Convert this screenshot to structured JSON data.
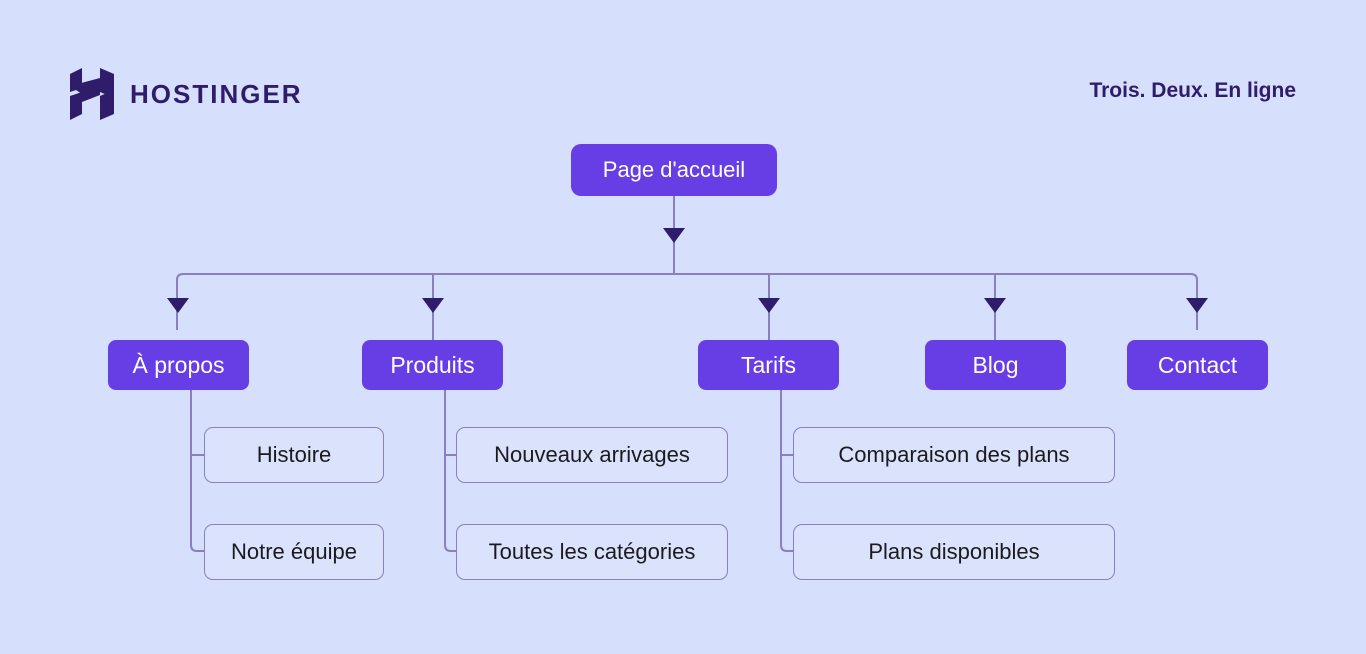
{
  "header": {
    "brand_name": "HOSTINGER",
    "logo_icon": "hostinger-h-logo",
    "tagline": "Trois. Deux. En ligne"
  },
  "colors": {
    "background": "#d6dffb",
    "node_purple": "#673de6",
    "node_text_light": "#ffffff",
    "leaf_fill": "#dbe2fb",
    "leaf_border": "#8a7fc4",
    "leaf_text": "#1b1b1f",
    "brand_navy": "#2f1c6a",
    "wire": "#8a7fc4",
    "arrow": "#2f1c6a"
  },
  "sitemap": {
    "root": {
      "label": "Page d'accueil"
    },
    "sections": [
      {
        "label": "À propos",
        "children": [
          {
            "label": "Histoire"
          },
          {
            "label": "Notre équipe"
          }
        ]
      },
      {
        "label": "Produits",
        "children": [
          {
            "label": "Nouveaux arrivages"
          },
          {
            "label": "Toutes les catégories"
          }
        ]
      },
      {
        "label": "Tarifs",
        "children": [
          {
            "label": "Comparaison des plans"
          },
          {
            "label": "Plans disponibles"
          }
        ]
      },
      {
        "label": "Blog",
        "children": []
      },
      {
        "label": "Contact",
        "children": []
      }
    ]
  }
}
